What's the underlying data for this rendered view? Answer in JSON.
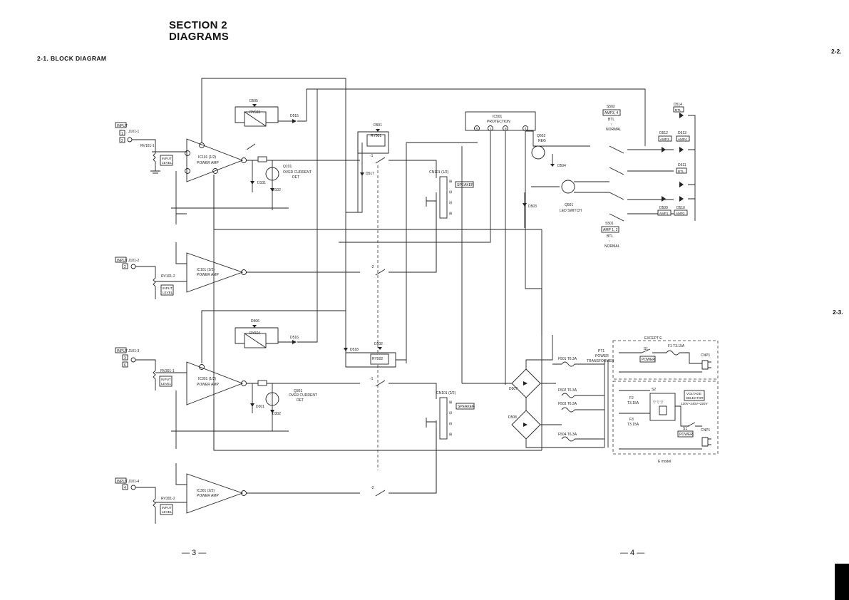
{
  "header": {
    "section": "SECTION 2",
    "subtitle": "DIAGRAMS",
    "block_label": "2-1. BLOCK DIAGRAM",
    "side_ref_top": "2-2.",
    "side_ref_mid": "2-3.",
    "page_left": "— 3 —",
    "page_right": "— 4 —"
  },
  "inputs": [
    {
      "tag": "INPUT",
      "jack": "J101-1",
      "nums": [
        "1",
        "2"
      ],
      "pot": "RV101-1",
      "level": [
        "INPUT",
        "LEVEL"
      ]
    },
    {
      "tag": "INPUT",
      "jack": "J101-2",
      "nums": [
        "2"
      ],
      "pot": "RV101-2",
      "level": [
        "INPUT",
        "LEVEL"
      ]
    },
    {
      "tag": "INPUT",
      "jack": "J101-3",
      "nums": [
        "3",
        "6"
      ],
      "pot": "RV301-1",
      "level": [
        "INPUT",
        "LEVEL"
      ]
    },
    {
      "tag": "INPUT",
      "jack": "J101-4",
      "nums": [
        "4"
      ],
      "pot": "RV301-2",
      "level": [
        "INPUT",
        "LEVEL"
      ]
    }
  ],
  "amps": [
    {
      "ref": "IC101 (1/2)",
      "func": "POWER AMP"
    },
    {
      "ref": "IC101 (2/2)",
      "func": "POWER AMP"
    },
    {
      "ref": "IC301 (1/2)",
      "func": "POWER AMP"
    },
    {
      "ref": "IC301 (2/2)",
      "func": "POWER AMP"
    }
  ],
  "relays": {
    "top": {
      "diode": "D505",
      "relay": "RY503",
      "out_diode": "D515"
    },
    "bottom": {
      "diode": "D506",
      "relay": "RY504",
      "out_diode": "D516"
    },
    "spk1": {
      "diode": "D501",
      "relay": "RY501",
      "side_diode": "D517"
    },
    "spk2": {
      "diode": "D502",
      "relay": "RY502",
      "side_diode": "D518"
    }
  },
  "overcurrent": [
    {
      "q": "Q101",
      "label": [
        "OVER CURRENT",
        "DET"
      ],
      "d1": "D101",
      "d2": "D102"
    },
    {
      "q": "Q301",
      "label": [
        "OVER CURRENT",
        "DET"
      ],
      "d1": "D301",
      "d2": "D302"
    }
  ],
  "protection": {
    "ref": "IC501",
    "func": "PROTECTION",
    "pins": [
      "6",
      "1",
      "8",
      "4"
    ]
  },
  "speaker_blocks": [
    {
      "ref": "CN101 (1/2)",
      "tag": "SPEAKER"
    },
    {
      "ref": "CN101 (2/2)",
      "tag": "SPEAKER"
    }
  ],
  "contacts": {
    "c1": "-1",
    "c2": "-2"
  },
  "regulator": {
    "q": "Q502",
    "func": "REG",
    "zener": "D504",
    "d503": "D503"
  },
  "led_switch": {
    "q": "Q501",
    "func": "LED SWITCH"
  },
  "leds": {
    "s502": [
      "S502",
      "AMP3, 4",
      "BTL",
      "↑",
      "NORMAL"
    ],
    "s501": [
      "S501",
      "AMP 1, 2",
      "BTL",
      "↑",
      "NORMAL"
    ],
    "d514": [
      "D514",
      "BTL"
    ],
    "d512": [
      "D512",
      "AMP3"
    ],
    "d513": [
      "D513",
      "AMP4"
    ],
    "d511": [
      "D511",
      "BTL"
    ],
    "d509": [
      "D509",
      "AMP1"
    ],
    "d510": [
      "D510",
      "AMP2"
    ]
  },
  "power": {
    "bridge_top": "D507",
    "bridge_bottom": "D508",
    "fuses": [
      "F501 T6.3A",
      "F502 T6.3A",
      "F503 T6.3A",
      "F504 T6.3A"
    ],
    "transformer": [
      "PT1",
      "POWER",
      "TRANSFORMER"
    ],
    "except_e": {
      "title": "EXCEPT E",
      "switch": "S1",
      "fuse": "F1 T3.15A",
      "power_label": "POWER",
      "plug": "CNP1"
    },
    "e_model": {
      "title": "E model",
      "s2": "S2",
      "f2": [
        "F2",
        "T3.15A"
      ],
      "f3": [
        "F3",
        "T3.15A"
      ],
      "selector": [
        "VOLTAGE",
        "SELECTOR",
        "120V~240V~220V"
      ],
      "switch": "S1",
      "power_label": "POWER",
      "plug": "CNP1"
    }
  }
}
